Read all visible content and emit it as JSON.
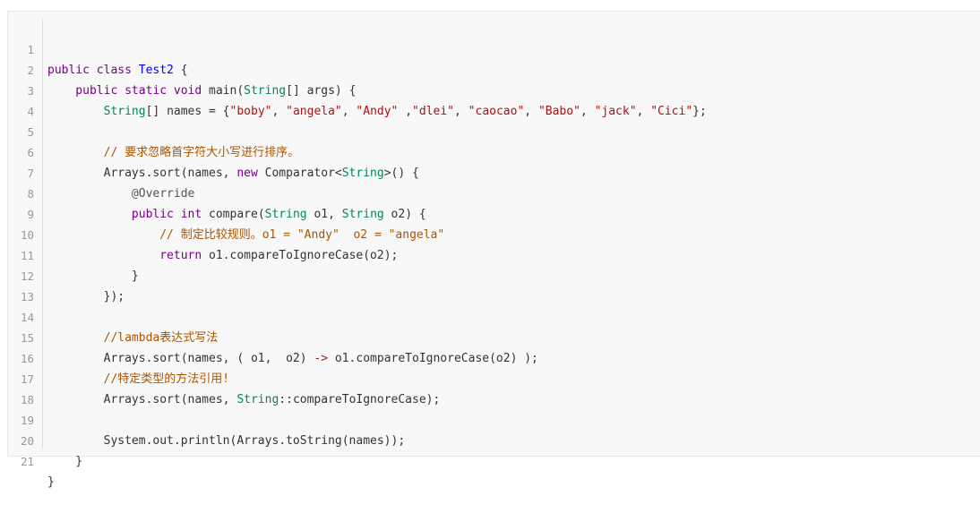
{
  "colors": {
    "background": "#f8f8f8",
    "keyword": "#770088",
    "type": "#008855",
    "class_name": "#0000ff",
    "string": "#aa1111",
    "comment": "#aa5500",
    "line_number": "#999999"
  },
  "code": {
    "line_numbers": [
      "1",
      "2",
      "3",
      "4",
      "5",
      "6",
      "7",
      "8",
      "9",
      "10",
      "11",
      "12",
      "13",
      "14",
      "15",
      "16",
      "17",
      "18",
      "19",
      "20",
      "21"
    ],
    "l1": {
      "t1": "public class ",
      "t2": "Test2",
      "t3": " {"
    },
    "l2": {
      "t1": "    public static void ",
      "t2": "main(",
      "t3": "String",
      "t4": "[] args) {"
    },
    "l3": {
      "t1": "        ",
      "t2": "String",
      "t3": "[] names = {",
      "s1": "\"boby\"",
      "c1": ", ",
      "s2": "\"angela\"",
      "c2": ", ",
      "s3": "\"Andy\"",
      "c3": " ,",
      "s4": "\"dlei\"",
      "c4": ", ",
      "s5": "\"caocao\"",
      "c5": ", ",
      "s6": "\"Babo\"",
      "c6": ", ",
      "s7": "\"jack\"",
      "c7": ", ",
      "s8": "\"Cici\"",
      "t4": "};"
    },
    "l5": {
      "t1": "        ",
      "t2": "// 要求忽略首字符大小写进行排序。"
    },
    "l6": {
      "t1": "        Arrays.sort(names, ",
      "t2": "new",
      "t3": " Comparator<",
      "t4": "String",
      "t5": ">() {"
    },
    "l7": {
      "t1": "            ",
      "t2": "@Override"
    },
    "l8": {
      "t1": "            ",
      "t2": "public int",
      "t3": " compare(",
      "t4": "String",
      "t5": " o1, ",
      "t6": "String",
      "t7": " o2) {"
    },
    "l9": {
      "t1": "                ",
      "t2": "// 制定比较规则。o1 = \"Andy\"  o2 = \"angela\""
    },
    "l10": {
      "t1": "                ",
      "t2": "return",
      "t3": " o1.compareToIgnoreCase(o2);"
    },
    "l11": {
      "t1": "            }"
    },
    "l12": {
      "t1": "        });"
    },
    "l14": {
      "t1": "        ",
      "t2": "//lambda表达式写法"
    },
    "l15": {
      "t1": "        Arrays.sort(names, ( o1,  o2) ",
      "t2": "->",
      "t3": " o1.compareToIgnoreCase(o2) );"
    },
    "l16": {
      "t1": "        ",
      "t2": "//特定类型的方法引用!"
    },
    "l17": {
      "t1": "        Arrays.sort(names, ",
      "t2": "String",
      "t3": "::compareToIgnoreCase);"
    },
    "l19": {
      "t1": "        System.out.println(Arrays.toString(names));"
    },
    "l20": {
      "t1": "    }"
    },
    "l21": {
      "t1": "}"
    }
  }
}
